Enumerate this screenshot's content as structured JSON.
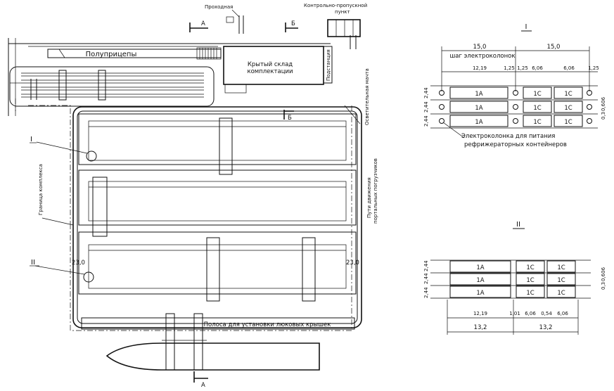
{
  "plan": {
    "checkpoint": "Проходная",
    "control_post_1": "Контрольно-пропускной",
    "control_post_2": "пункт",
    "section_a_top": "А",
    "section_a_bottom": "А",
    "section_b_top": "Б",
    "section_b_mid": "Б",
    "semitrailers": "Полуприцепы",
    "warehouse_1": "Крытый склад",
    "warehouse_2": "комплектации",
    "transformer": "Подстанция",
    "lighting_mast": "Осветительная мачта",
    "portal_lanes_1": "Пути движения",
    "portal_lanes_2": "портальных погрузчиков",
    "complex_border": "Граница комплекса",
    "marker_I": "I",
    "marker_II": "II",
    "dim_left": "23,0",
    "dim_right": "23,0",
    "hatch_strip": "Полоса для установки люковых крышек"
  },
  "detail_I": {
    "title": "I",
    "dim_top_a": "15,0",
    "dim_top_b": "15,0",
    "step_label": "шаг электроколонок",
    "row_dims": [
      "12,19",
      "1,25",
      "1,25",
      "6,06",
      "6,06",
      "1,25"
    ],
    "left_dims": [
      "2,44",
      "2,44",
      "2,44"
    ],
    "right_dim": "0,3",
    "right_dim2": "0,606",
    "cells_1a": [
      "1A",
      "1A",
      "1A"
    ],
    "cells_1c": [
      "1C",
      "1C",
      "1C",
      "1C",
      "1C",
      "1C"
    ],
    "note_1": "Электроколонка для питания",
    "note_2": "рефрижераторных контейнеров"
  },
  "detail_II": {
    "title": "II",
    "left_dims": [
      "2,44",
      "2,44",
      "2,44"
    ],
    "right_dim": "0,3",
    "right_dim2": "0,606",
    "cells_1a": [
      "1A",
      "1A",
      "1A"
    ],
    "cells_1c": [
      "1C",
      "1C",
      "1C",
      "1C",
      "1C",
      "1C"
    ],
    "bottom_dims": [
      "12,19",
      "1,01",
      "6,06",
      "0,54",
      "6,06"
    ],
    "total_a": "13,2",
    "total_b": "13,2"
  }
}
